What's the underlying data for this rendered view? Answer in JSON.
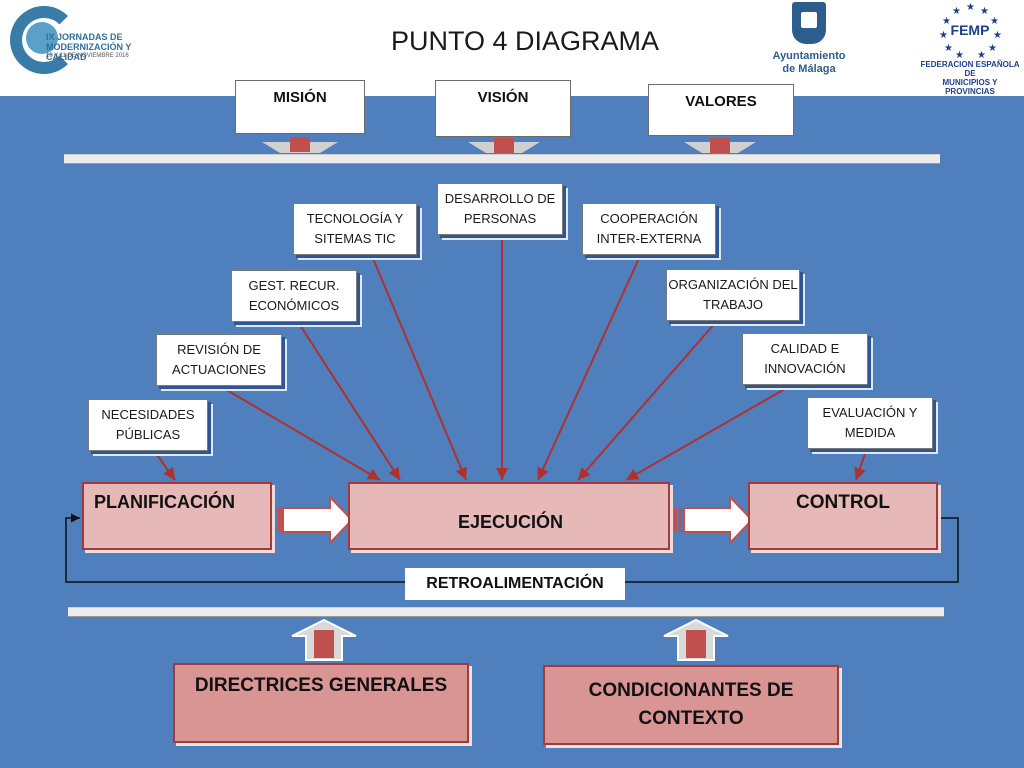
{
  "title": "PUNTO 4 DIAGRAMA",
  "logos": {
    "left": {
      "line1": "IX JORNADAS DE",
      "line2": "MODERNIZACIÓN Y CALIDAD",
      "line3": "10 Y 11 DE NOVIEMBRE 2016"
    },
    "middle": {
      "line1": "Ayuntamiento",
      "line2": "de Málaga"
    },
    "right": {
      "acronym": "FEMP",
      "line1": "FEDERACION ESPAÑOLA DE",
      "line2": "MUNICIPIOS Y PROVINCIAS"
    }
  },
  "top_boxes": [
    "MISIÓN",
    "VISIÓN",
    "VALORES"
  ],
  "factors": {
    "necesidades": "NECESIDADES PÚBLICAS",
    "revision": "REVISIÓN DE ACTUACIONES",
    "gest_recur": "GEST.  RECUR. ECONÓMICOS",
    "tecnologia": "TECNOLOGÍA Y SITEMAS TIC",
    "desarrollo": "DESARROLLO DE PERSONAS",
    "cooperacion": "COOPERACIÓN INTER-EXTERNA",
    "organizacion": "ORGANIZACIÓN DEL TRABAJO",
    "calidad": "CALIDAD E INNOVACIÓN",
    "evaluacion": "EVALUACIÓN Y MEDIDA"
  },
  "main": {
    "planificacion": "PLANIFICACIÓN",
    "ejecucion": "EJECUCIÓN",
    "control": "CONTROL",
    "retroalimentacion": "RETROALIMENTACIÓN"
  },
  "bottom_boxes": {
    "directrices": "DIRECTRICES GENERALES",
    "condicionantes": "CONDICIONANTES DE CONTEXTO"
  },
  "colors": {
    "panel_blue": "#4f7fbd",
    "box_pink": "#e6b9b8",
    "box_border": "#a33a3a",
    "arrow_red": "#c0504d",
    "bottom_pink": "#d99594"
  }
}
